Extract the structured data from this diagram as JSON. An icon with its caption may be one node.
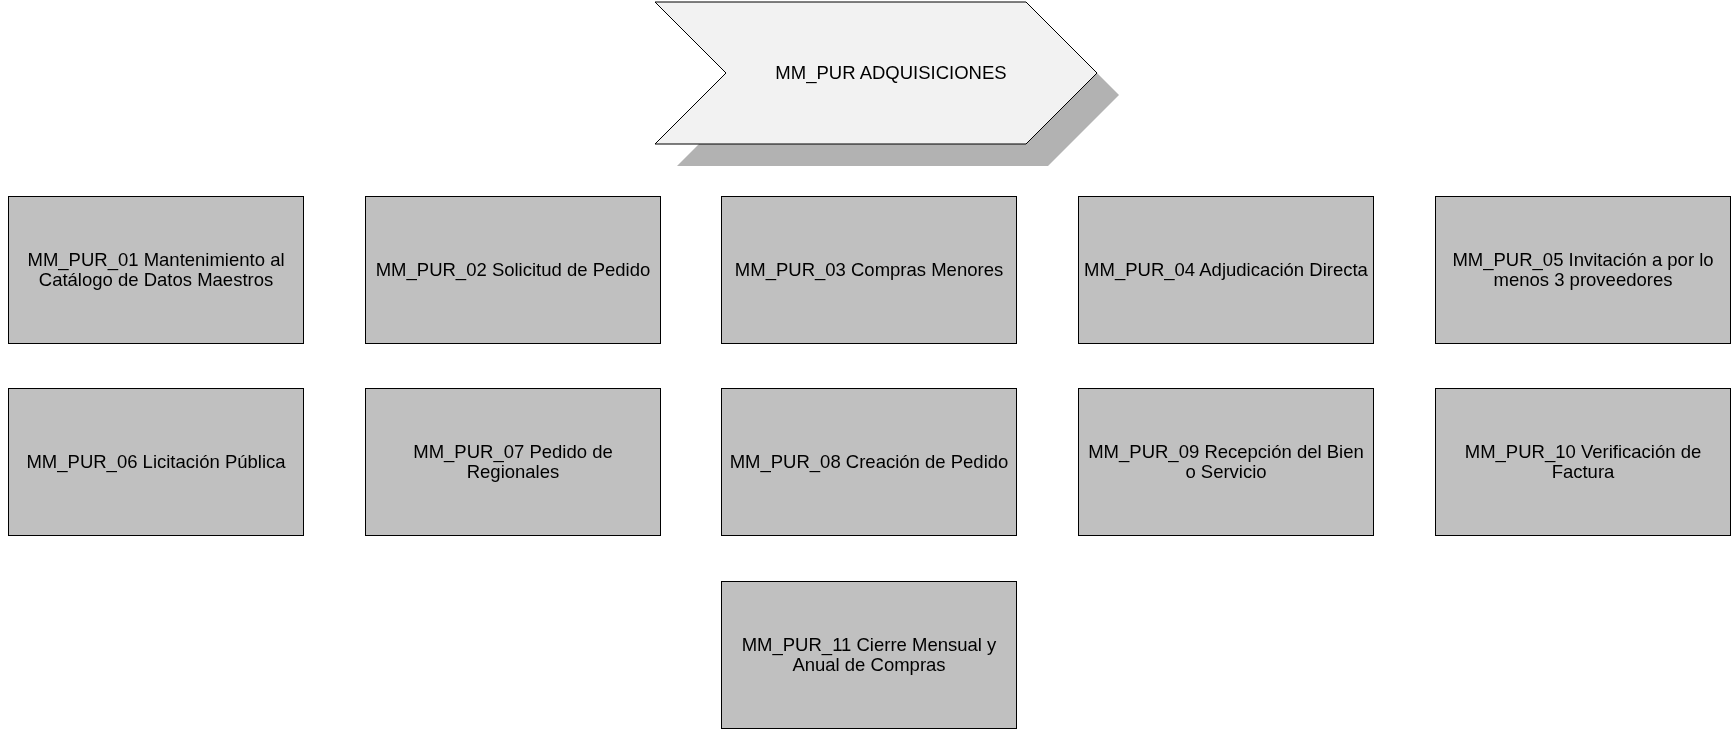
{
  "diagram": {
    "nodes": [
      {
        "text": [
          "MM_PUR ADQUISICIONES"
        ]
      },
      {
        "text": [
          "MM_PUR_01 Mantenimiento al Catálogo de Datos Maestros"
        ]
      },
      {
        "text": [
          "MM_PUR_02 Solicitud de Pedido"
        ]
      },
      {
        "text": [
          "MM_PUR_03 Compras Menores"
        ]
      },
      {
        "text": [
          "MM_PUR_04 Adjudicación Directa"
        ]
      },
      {
        "text": [
          "MM_PUR_05 Invitación a por lo menos 3 proveedores"
        ]
      },
      {
        "text": [
          "MM_PUR_06 Licitación Pública"
        ]
      },
      {
        "text": [
          "MM_PUR_07 Pedido de Regionales"
        ]
      },
      {
        "text": [
          "MM_PUR_08 Creación de Pedido"
        ]
      },
      {
        "text": [
          "MM_PUR_09 Recepción del Bien o Servicio"
        ]
      },
      {
        "text": [
          "MM_PUR_10 Verificación de Factura"
        ]
      },
      {
        "text": [
          "MM_PUR_11 Cierre Mensual y Anual de Compras"
        ]
      }
    ]
  }
}
